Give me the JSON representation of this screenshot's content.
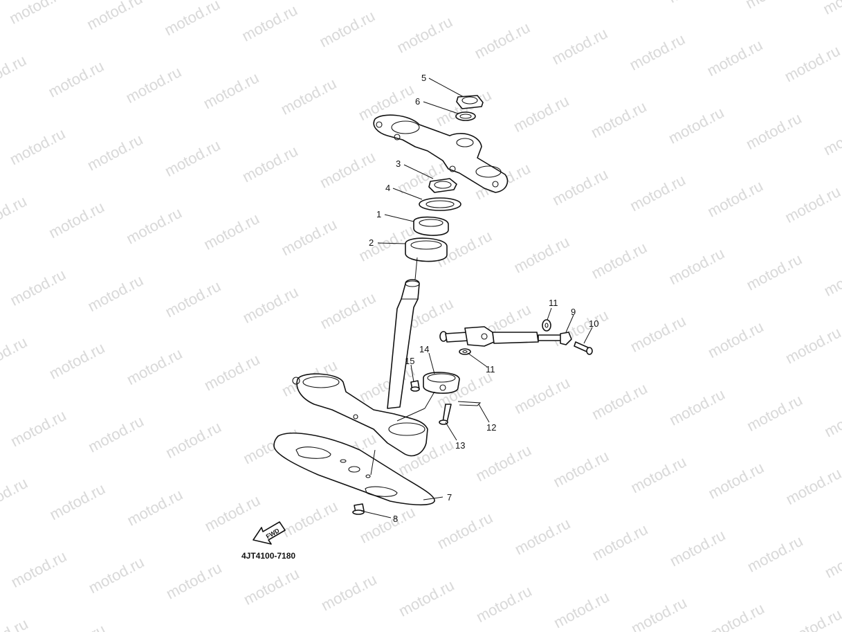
{
  "watermark": {
    "text": "motod.ru"
  },
  "callouts": {
    "c1": "1",
    "c2": "2",
    "c3": "3",
    "c4": "4",
    "c5": "5",
    "c6": "6",
    "c7": "7",
    "c8": "8",
    "c9": "9",
    "c10": "10",
    "c11a": "11",
    "c11b": "11",
    "c12": "12",
    "c13": "13",
    "c14": "14",
    "c15": "15"
  },
  "fwd_label": "FWD",
  "diagram_code": "4JT4100-7180"
}
